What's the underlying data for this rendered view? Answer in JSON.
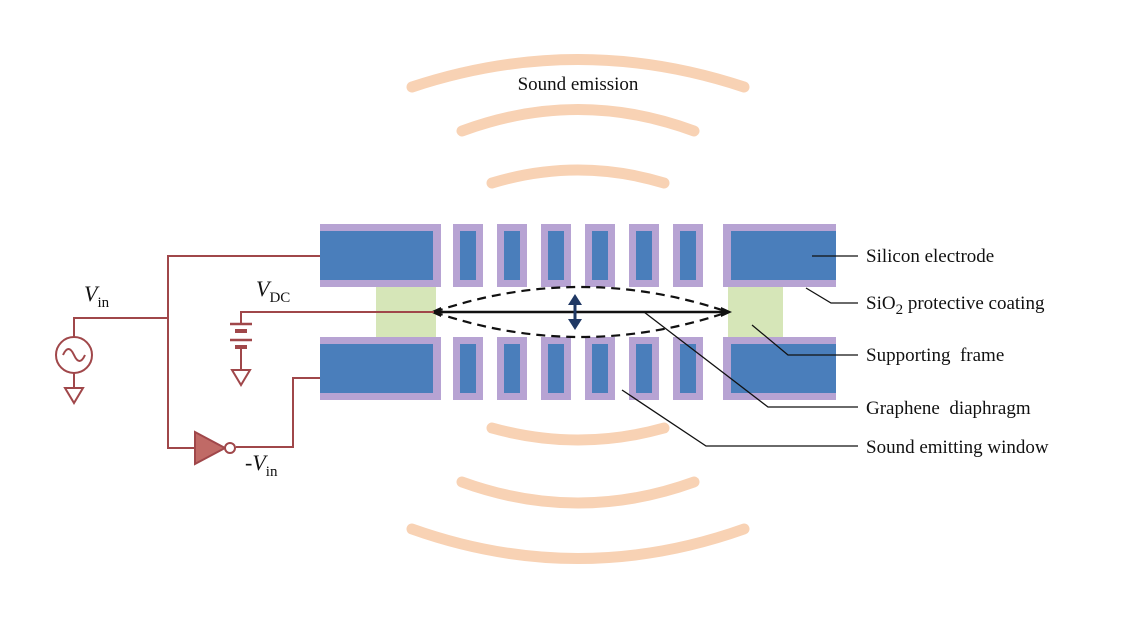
{
  "title": "Sound emission",
  "labels": {
    "silicon_electrode": "Silicon electrode",
    "sio2_prefix": "SiO",
    "sio2_subscript": "2",
    "sio2_suffix": " protective coating",
    "supporting_frame": "Supporting  frame",
    "graphene_diaphragm": "Graphene  diaphragm",
    "sound_emitting_window": "Sound emitting window"
  },
  "circuit": {
    "vin_symbol": "V",
    "vin_subscript": "in",
    "vdc_symbol": "V",
    "vdc_subscript": "DC",
    "neg_vin_prefix": "-",
    "neg_vin_symbol": "V",
    "neg_vin_subscript": "in"
  },
  "colors": {
    "electrode_fill": "#4a7ebb",
    "coating": "#b7a3d3",
    "supporting_frame": "#d6e6b8",
    "sound_wave": "#f8d2b4",
    "circuit_wire": "#a0474a",
    "arrow": "#1f3864"
  }
}
